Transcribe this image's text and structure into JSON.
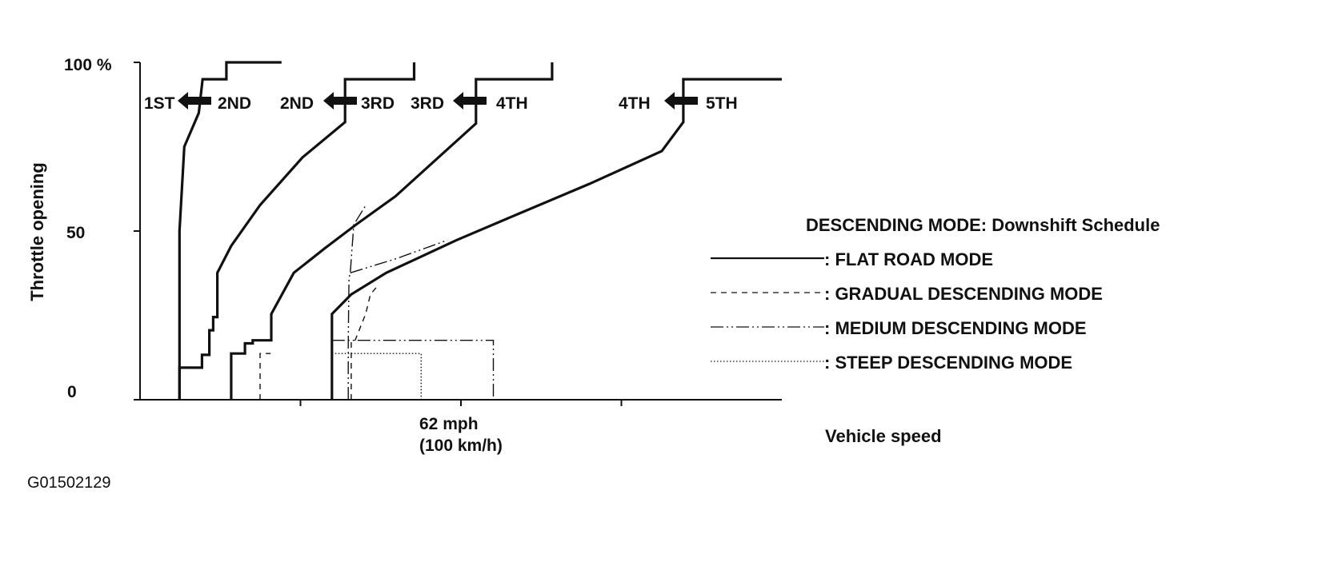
{
  "chart_data": {
    "type": "line",
    "ylabel": "Throttle opening",
    "xlabel": "Vehicle speed",
    "y_ticks": [
      {
        "value": 100,
        "label": "100 %"
      },
      {
        "value": 50,
        "label": "50"
      },
      {
        "value": 0,
        "label": "0"
      }
    ],
    "x_tick_label_lines": [
      "62 mph",
      "(100 km/h)"
    ],
    "x_tick_value": 100,
    "xlim": [
      0,
      200
    ],
    "ylim": [
      0,
      100
    ],
    "shift_labels": [
      {
        "from": "1ST",
        "to": "2ND"
      },
      {
        "from": "2ND",
        "to": "3RD"
      },
      {
        "from": "3RD",
        "to": "4TH"
      },
      {
        "from": "4TH",
        "to": "5TH"
      }
    ],
    "legend": {
      "title": "DESCENDING MODE: Downshift Schedule",
      "placement": "right",
      "entries": [
        {
          "label": ": FLAT ROAD MODE",
          "style": "solid"
        },
        {
          "label": ": GRADUAL DESCENDING MODE",
          "style": "dashed"
        },
        {
          "label": ": MEDIUM DESCENDING MODE",
          "style": "dashdot"
        },
        {
          "label": ": STEEP DESCENDING MODE",
          "style": "dotted"
        }
      ]
    },
    "series": [
      {
        "style": "solid",
        "x": [
          12.3,
          12.3,
          13.8,
          18.3,
          19.5,
          26.9,
          26.9,
          44.1
        ],
        "y": [
          0,
          50,
          75,
          85,
          95,
          95,
          100,
          100
        ]
      },
      {
        "style": "solid",
        "x": [
          12.3,
          12.3,
          19.3,
          19.3,
          21.6,
          21.6,
          22.8,
          22.8,
          24.1,
          24.1,
          28.4,
          37.4,
          50.6,
          63.9,
          63.9,
          85.4,
          85.4
        ],
        "y": [
          0,
          9.5,
          9.5,
          13.3,
          13.3,
          20.6,
          20.6,
          24.5,
          24.5,
          37.6,
          45.6,
          57.7,
          71.8,
          82.3,
          95,
          95,
          100
        ]
      },
      {
        "style": "solid",
        "x": [
          28.4,
          28.4,
          32.7,
          32.7,
          35.1,
          35.1,
          40.9,
          40.9,
          47.9,
          57.6,
          67.3,
          79.6,
          104.7,
          104.7,
          128.4,
          128.4
        ],
        "y": [
          0,
          13.7,
          13.7,
          16.7,
          16.7,
          17.6,
          17.6,
          25.4,
          37.6,
          44.9,
          51.9,
          60.3,
          81.9,
          95,
          95,
          100
        ]
      },
      {
        "style": "solid",
        "x": [
          59.8,
          59.8,
          65.8,
          76.7,
          98.6,
          117.9,
          140.1,
          162.6,
          169.3,
          169.3,
          200
        ],
        "y": [
          0,
          25.4,
          31.2,
          37.6,
          47.3,
          55.1,
          64.0,
          73.7,
          82.3,
          95,
          95
        ]
      },
      {
        "style": "dashed",
        "x": [
          37.4,
          37.4,
          40.7
        ],
        "y": [
          0,
          13.7,
          13.7
        ]
      },
      {
        "style": "dashed",
        "x": [
          65.8,
          65.8,
          66.8,
          70.3,
          71.8,
          74.2
        ],
        "y": [
          0,
          17.1,
          17.1,
          25.4,
          31.2,
          33.9
        ]
      },
      {
        "style": "dashdot",
        "x": [
          64.9,
          64.9,
          65.1,
          65.5,
          66.6,
          70.4
        ],
        "y": [
          0,
          17.1,
          36.1,
          37.6,
          51.9,
          57.7
        ]
      },
      {
        "style": "dashdot",
        "x": [
          65.5,
          79.8,
          95.8
        ],
        "y": [
          37.6,
          41.8,
          47.3
        ]
      },
      {
        "style": "dashdot",
        "x": [
          59.8,
          110.1,
          110.1
        ],
        "y": [
          17.6,
          17.6,
          0
        ]
      },
      {
        "style": "dotted",
        "x": [
          59.8,
          87.6,
          87.6
        ],
        "y": [
          13.7,
          13.7,
          0
        ]
      }
    ]
  },
  "figure_code": "G01502129"
}
